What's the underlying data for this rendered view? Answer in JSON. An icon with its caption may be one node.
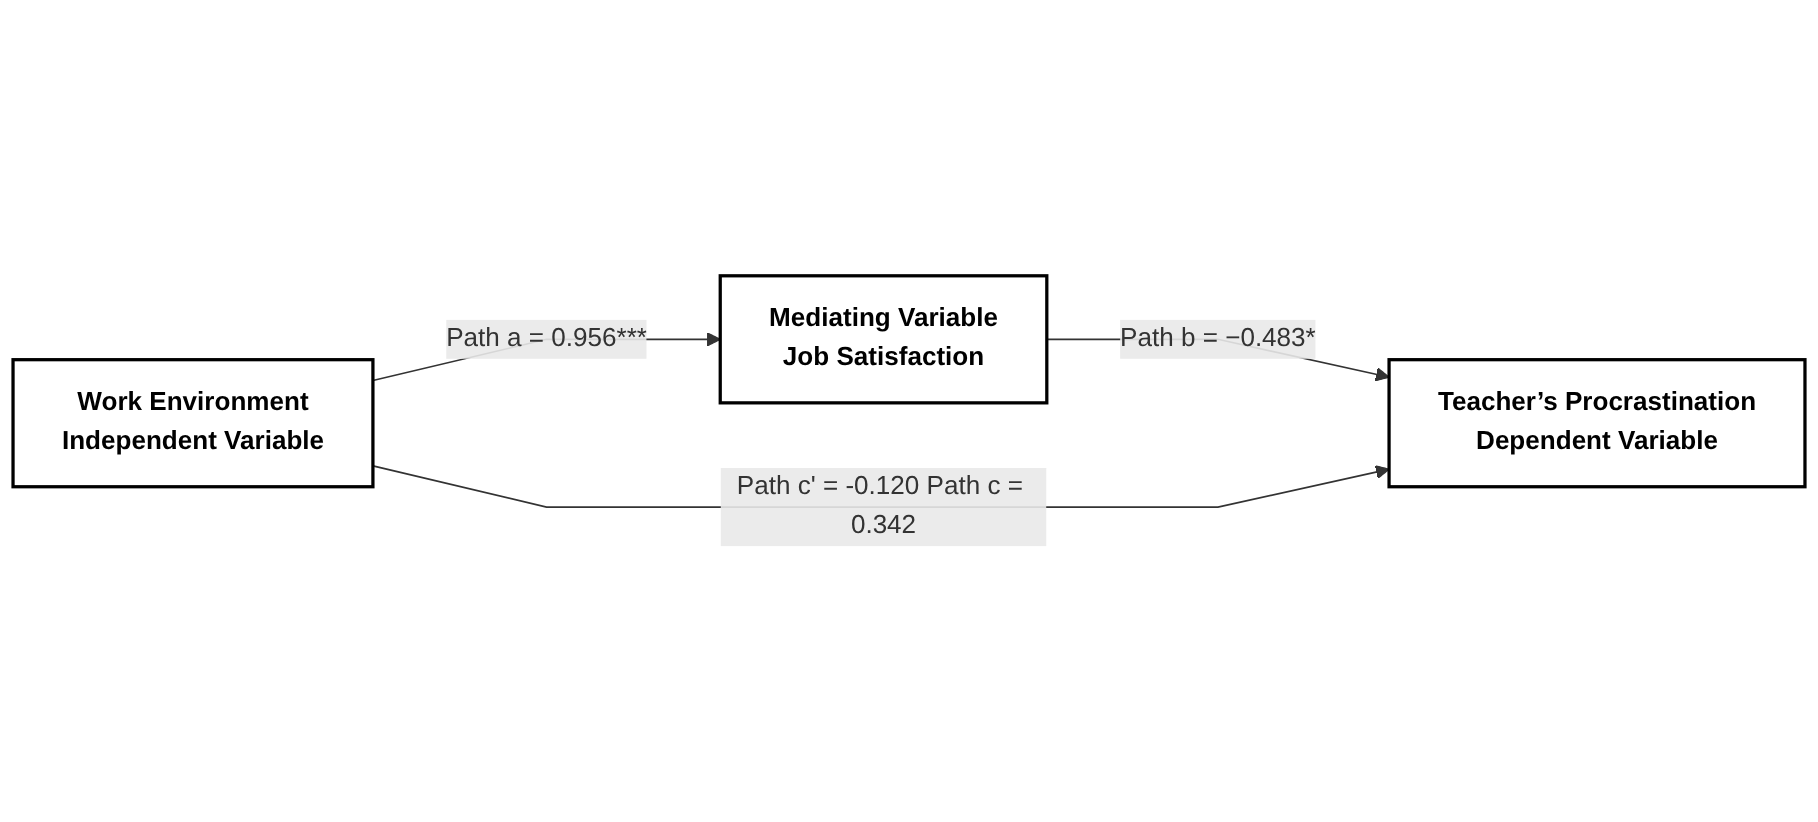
{
  "diagram": {
    "nodes": [
      {
        "text": [
          "Mediating Variable",
          "Job Satisfaction"
        ]
      },
      {
        "text": [
          "Work Environment",
          "Independent Variable"
        ]
      },
      {
        "text": [
          "Teacher’s Procrastination",
          "Dependent Variable"
        ]
      }
    ],
    "edges": [
      {
        "from": 1,
        "to": 0,
        "arrow": "to",
        "label": "Path a = 0.956***"
      },
      {
        "from": 0,
        "to": 2,
        "arrow": "to",
        "label": "Path b = −0.483*"
      },
      {
        "from": 1,
        "to": 2,
        "arrow": "to",
        "label": "Path c' = -0.120 Path c = 0.342"
      }
    ]
  }
}
